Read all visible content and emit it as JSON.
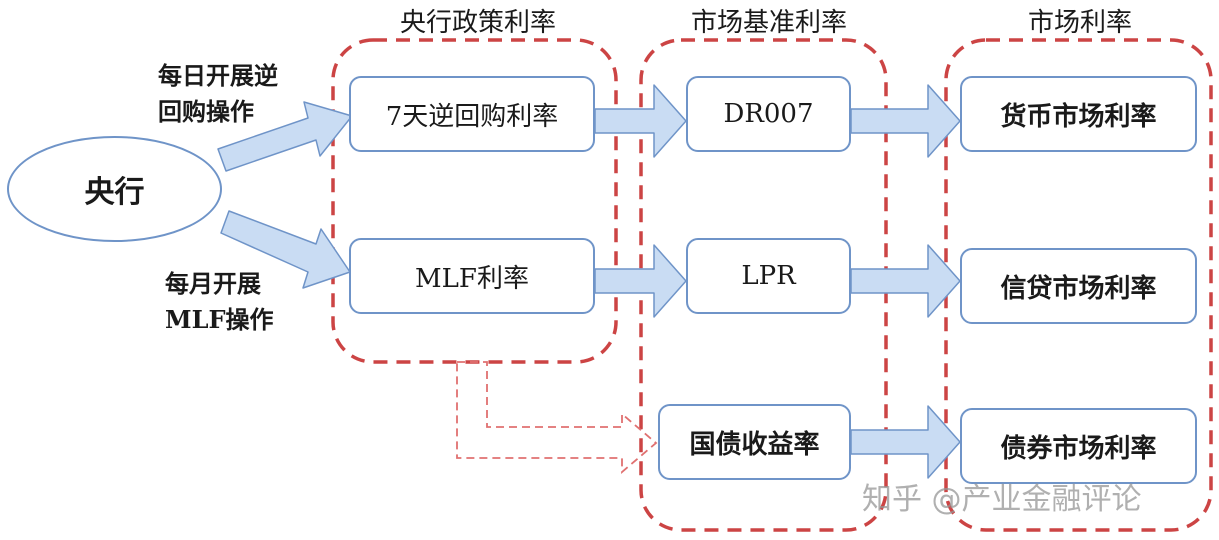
{
  "colors": {
    "dashed_group_border": "#cc4444",
    "box_border": "#6f94c8",
    "arrow_fill": "#c9dcf3",
    "arrow_stroke": "#6f94c8",
    "dashed_arrow": "#e07070"
  },
  "groups": {
    "policy": {
      "title": "央行政策利率"
    },
    "benchmark": {
      "title": "市场基准利率"
    },
    "market": {
      "title": "市场利率"
    }
  },
  "central_bank": {
    "label": "央行"
  },
  "arrow_labels": {
    "daily": [
      "每日开展逆",
      "回购操作"
    ],
    "monthly": [
      "每月开展",
      "MLF操作"
    ]
  },
  "nodes": {
    "reverse_repo": "7天逆回购利率",
    "mlf": "MLF利率",
    "dr007": "DR007",
    "lpr": "LPR",
    "treasury": "国债收益率",
    "money_market": "货币市场利率",
    "credit_market": "信贷市场利率",
    "bond_market": "债券市场利率"
  },
  "watermark": "知乎 @产业金融评论"
}
